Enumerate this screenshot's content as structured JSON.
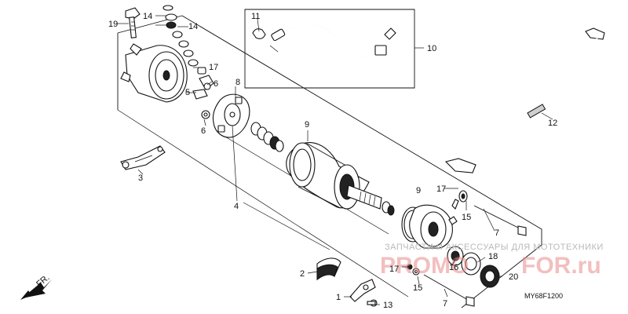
{
  "callouts": {
    "c1": "1",
    "c2": "2",
    "c3": "3",
    "c4": "4",
    "c5": "5",
    "c6a": "6",
    "c6b": "6",
    "c7a": "7",
    "c7b": "7",
    "c8": "8",
    "c9a": "9",
    "c9b": "9",
    "c10": "10",
    "c11": "11",
    "c12": "12",
    "c13": "13",
    "c14a": "14",
    "c14b": "14",
    "c15a": "15",
    "c15b": "15",
    "c16": "16",
    "c17a": "17",
    "c17b": "17",
    "c17c": "17",
    "c18": "18",
    "c19": "19",
    "c20": "20"
  },
  "front_label": "FR.",
  "diagram_code": "MY68F1200",
  "watermark": {
    "caption": "ЗАПЧАСТИ И АКСЕССУАРЫ ДЛЯ МОТОТЕХНИКИ",
    "brand_left": "PROMO",
    "brand_right": "FOR.ru"
  },
  "colors": {
    "line": "#111111",
    "watermark_red": "#e88a8a",
    "watermark_grey": "#b9b9b9"
  }
}
